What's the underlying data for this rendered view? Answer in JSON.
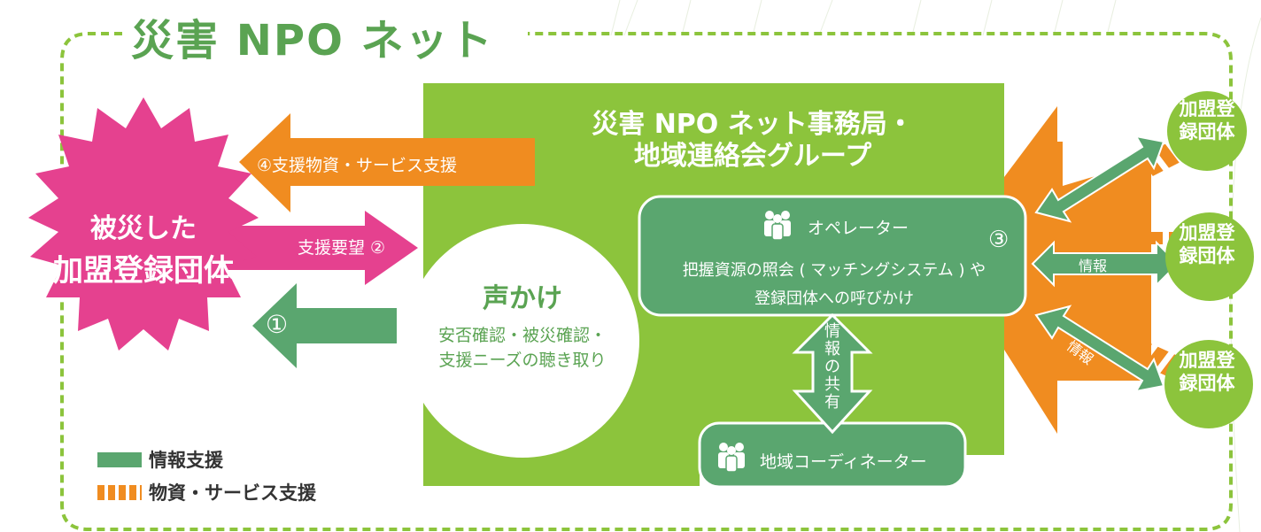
{
  "title": "災害 NPO ネット",
  "office": {
    "title_line1": "災害 NPO ネット事務局・",
    "title_line2": "地域連絡会グループ"
  },
  "affected_group": {
    "line1": "被災した",
    "line2": "加盟登録団体"
  },
  "arrows": {
    "step4": "④支援物資・サービス支援",
    "step2": "支援要望 ②",
    "step1": "①"
  },
  "outreach": {
    "title": "声かけ",
    "line1": "安否確認・被災確認・",
    "line2": "支援ニーズの聴き取り"
  },
  "operator": {
    "name": "オペレーター",
    "number": "③",
    "line1": "把握資源の照会 ( マッチングシステム ) や",
    "line2": "登録団体への呼びかけ"
  },
  "share_label": "情報の共有",
  "coordinator": "地域コーディネーター",
  "members": [
    {
      "label": "加盟登録団体"
    },
    {
      "label": "加盟登録団体"
    },
    {
      "label": "加盟登録団体"
    }
  ],
  "info_label": "情報",
  "legend": {
    "info_support": "情報支援",
    "goods_support": "物資・サービス支援"
  },
  "colors": {
    "frame": "#8cc43c",
    "office": "#8cc43c",
    "info": "#5aa66f",
    "goods": "#f08c20",
    "burst": "#e5418f"
  },
  "icons": [
    "people-icon",
    "people-icon"
  ]
}
